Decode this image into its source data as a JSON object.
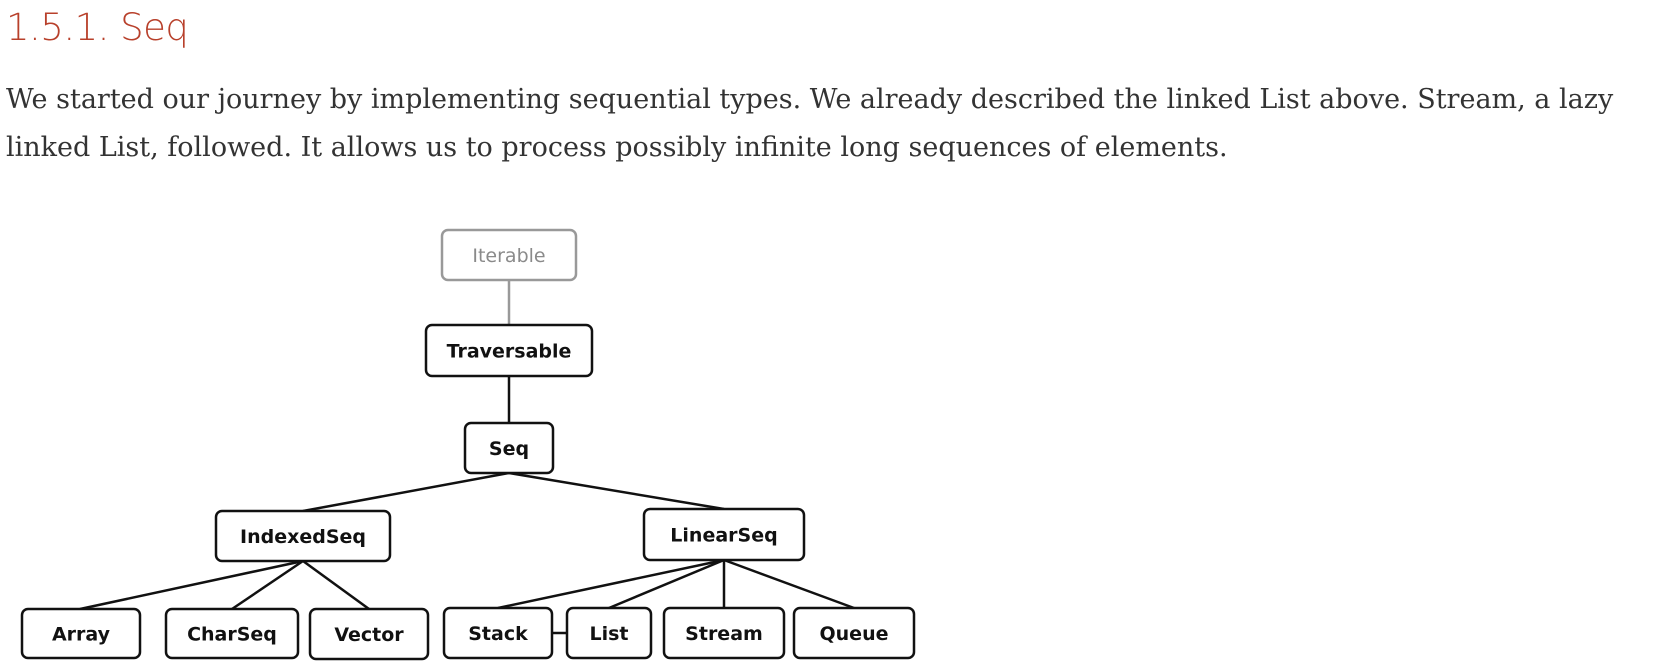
{
  "section": {
    "number": "1.5.1.",
    "title": "Seq"
  },
  "paragraph": {
    "line1": "We started our journey by implementing sequential types. We already described the linked List above. Stream, a lazy",
    "line2": "linked List, followed. It allows us to process possibly infinite long sequences of elements."
  },
  "diagram": {
    "nodes": {
      "iterable": "Iterable",
      "traversable": "Traversable",
      "seq": "Seq",
      "indexedseq": "IndexedSeq",
      "linearseq": "LinearSeq",
      "array": "Array",
      "charseq": "CharSeq",
      "vector": "Vector",
      "stack": "Stack",
      "list": "List",
      "stream": "Stream",
      "queue": "Queue"
    },
    "edges": [
      [
        "iterable",
        "traversable"
      ],
      [
        "traversable",
        "seq"
      ],
      [
        "seq",
        "indexedseq"
      ],
      [
        "seq",
        "linearseq"
      ],
      [
        "indexedseq",
        "array"
      ],
      [
        "indexedseq",
        "charseq"
      ],
      [
        "indexedseq",
        "vector"
      ],
      [
        "linearseq",
        "stack"
      ],
      [
        "linearseq",
        "list"
      ],
      [
        "linearseq",
        "stream"
      ],
      [
        "linearseq",
        "queue"
      ],
      [
        "stack",
        "list"
      ]
    ],
    "faded_nodes": [
      "iterable"
    ],
    "colors": {
      "heading": "#b8402b",
      "text": "#333333",
      "box_border": "#111111",
      "faded": "#999999"
    }
  }
}
